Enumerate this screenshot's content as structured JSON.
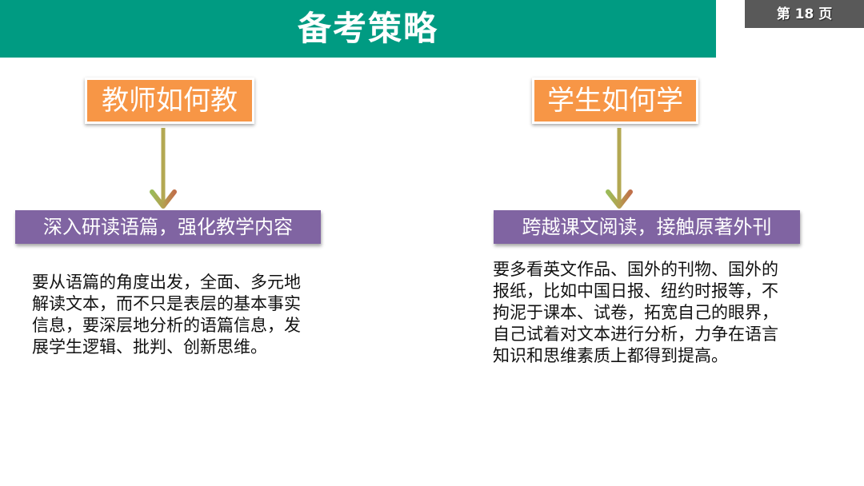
{
  "header": {
    "title": "备考策略",
    "bar_color": "#009B82"
  },
  "page_badge": {
    "label": "第 18 页"
  },
  "left_column": {
    "heading": "教师如何教",
    "arrow_icon": "down-arrow-icon",
    "subheading": "深入研读语篇，强化教学内容",
    "body_lines": [
      "要从语篇的角度出发，全面、多元地",
      "解读文本，而不只是表层的基本事实",
      "信息，要深层地分析的语篇信息，发",
      "展学生逻辑、批判、创新思维。"
    ]
  },
  "right_column": {
    "heading": "学生如何学",
    "arrow_icon": "down-arrow-icon",
    "subheading": "跨越课文阅读，接触原著外刊",
    "body_lines": [
      "要多看英文作品、国外的刊物、国外的",
      "报纸，比如中国日报、纽约时报等，不",
      "拘泥于课本、试卷，拓宽自己的眼界，",
      "自己试着对文本进行分析，力争在语言",
      "知识和思维素质上都得到提高。"
    ]
  },
  "colors": {
    "heading_box": "#F79646",
    "subheading_box": "#8064A2",
    "page_badge": "#595959"
  }
}
